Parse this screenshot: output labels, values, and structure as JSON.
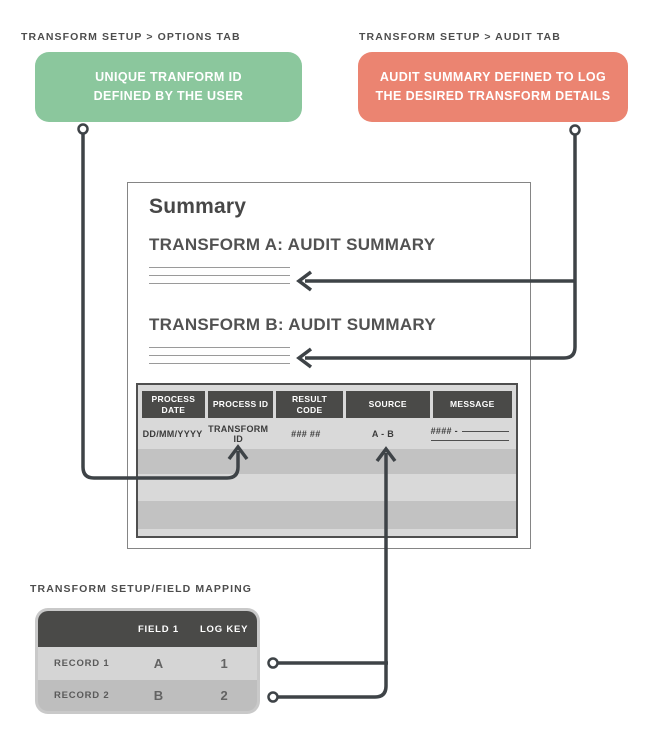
{
  "colors": {
    "callout_green": "#8bc79d",
    "callout_salmon": "#eb8471",
    "table_header_dark": "#4a4a48",
    "connector_line": "#3e4347"
  },
  "callouts": {
    "options": {
      "tab_label": "TRANSFORM SETUP > OPTIONS TAB",
      "text_line1": "UNIQUE TRANFORM ID",
      "text_line2": "DEFINED BY THE USER"
    },
    "audit": {
      "tab_label": "TRANSFORM SETUP > AUDIT TAB",
      "text_line1": "AUDIT SUMMARY DEFINED TO LOG",
      "text_line2": "THE DESIRED TRANSFORM DETAILS"
    }
  },
  "summary_panel": {
    "title": "Summary",
    "sections": [
      {
        "heading": "TRANSFORM A: AUDIT SUMMARY"
      },
      {
        "heading": "TRANSFORM B: AUDIT SUMMARY"
      }
    ],
    "table": {
      "headers": [
        "PROCESS DATE",
        "PROCESS ID",
        "RESULT CODE",
        "SOURCE",
        "MESSAGE"
      ],
      "row": {
        "process_date": "DD/MM/YYYY",
        "process_id": "TRANSFORM ID",
        "result_code": "### ##",
        "source": "A - B",
        "message_prefix": "#### -"
      }
    }
  },
  "mapping": {
    "label": "TRANSFORM SETUP/FIELD MAPPING",
    "col_headers": [
      "FIELD 1",
      "LOG KEY"
    ],
    "rows": [
      {
        "label": "RECORD 1",
        "field1": "A",
        "log_key": "1"
      },
      {
        "label": "RECORD 2",
        "field1": "B",
        "log_key": "2"
      }
    ]
  }
}
